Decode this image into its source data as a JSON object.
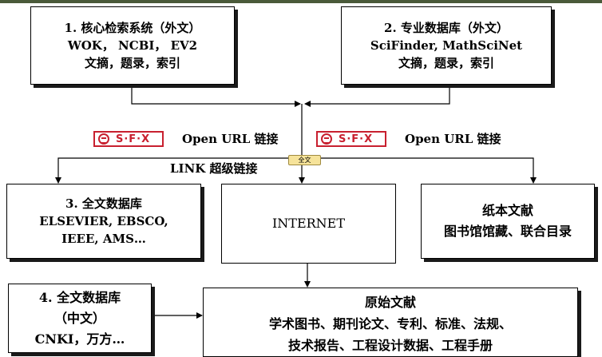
{
  "box1": {
    "lines": [
      "1. 核心检索系统（外文）",
      "WOK， NCBI， EV2",
      "文摘，题录，索引"
    ]
  },
  "box2": {
    "lines": [
      "2. 专业数据库（外文）",
      "SciFinder, MathSciNet",
      "文摘，题录，索引"
    ]
  },
  "box3": {
    "lines": [
      "3. 全文数据库",
      "ELSEVIER, EBSCO,",
      "IEEE, AMS…"
    ]
  },
  "internet": {
    "label": "INTERNET"
  },
  "paper": {
    "lines": [
      "纸本文献",
      "图书馆馆藏、联合目录"
    ]
  },
  "box4": {
    "lines": [
      "4. 全文数据库",
      "（中文）",
      "CNKI，万方…"
    ]
  },
  "original": {
    "lines": [
      "原始文献",
      "学术图书、期刊论文、专利、标准、法规、",
      "技术报告、工程设计数据、工程手册"
    ]
  },
  "sfx": {
    "logo_text": "S·F·X"
  },
  "labels": {
    "openurl_left": "Open URL 链接",
    "openurl_right": "Open URL 链接",
    "link": "LINK  超级链接",
    "fulltext_button": "全文"
  },
  "colors": {
    "sfx_red": "#c8202f",
    "topbar": "#4a5a3a"
  }
}
